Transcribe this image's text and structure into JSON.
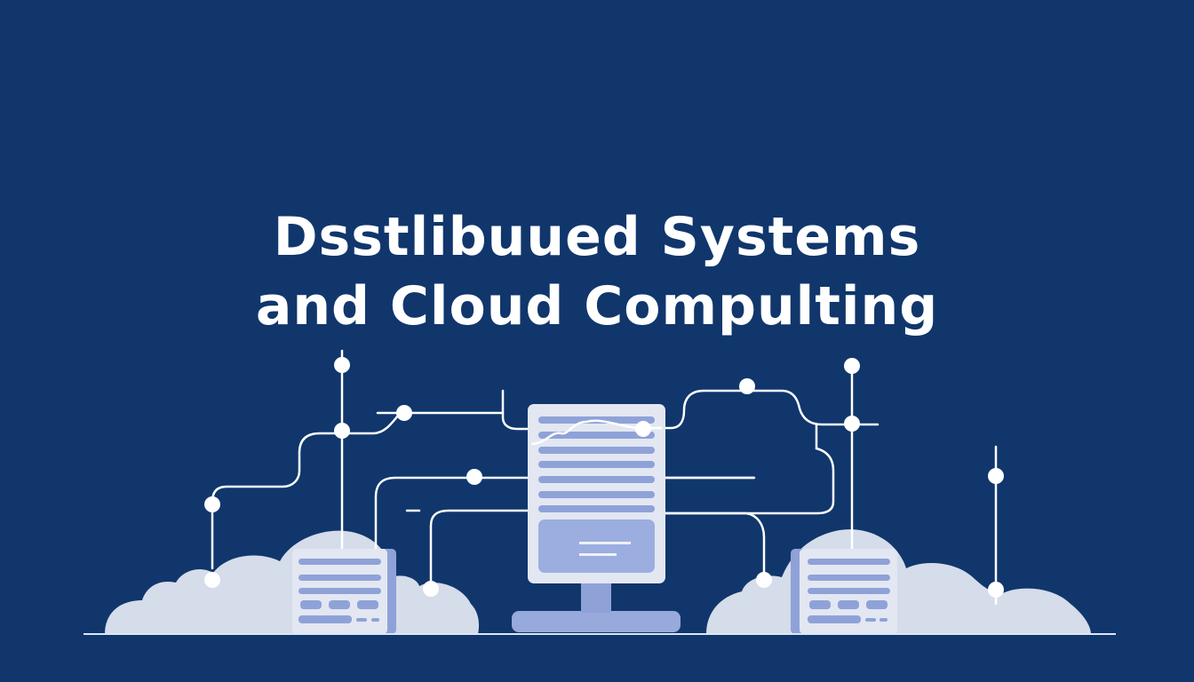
{
  "title": {
    "line1": "Dsstlibuued  Systems",
    "line2": "and Cloud Compulting"
  },
  "colors": {
    "background": "#10366c",
    "text": "#ffffff",
    "cloud": "#d5dcea",
    "panel": "#e3e7f2",
    "bar": "#8fa2d8",
    "accent_dark": "#8396d0",
    "line": "#ffffff"
  },
  "illustration": {
    "description": "Network diagram: central server connected by circuit lines to two cloud-hosted server panels",
    "elements": [
      "central-server",
      "left-cloud",
      "right-cloud",
      "left-node-server",
      "right-node-server",
      "network-lines",
      "ground-line"
    ]
  }
}
